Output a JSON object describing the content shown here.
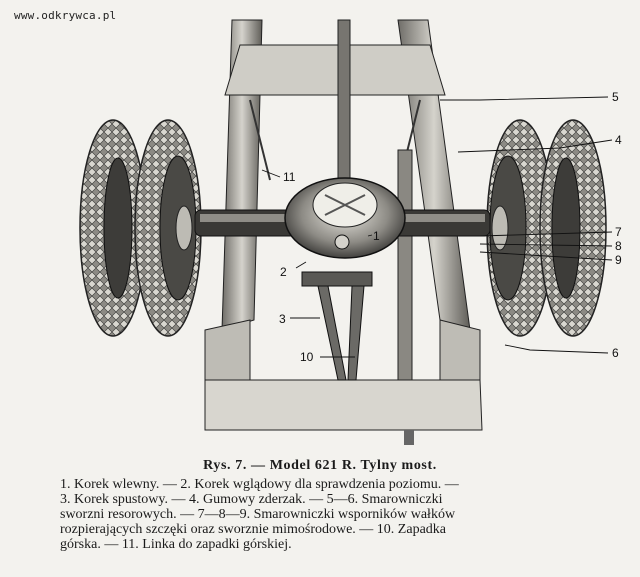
{
  "watermark": "www.odkrywca.pl",
  "callouts": [
    "1",
    "2",
    "3",
    "4",
    "5",
    "6",
    "7",
    "8",
    "9",
    "10",
    "11"
  ],
  "caption": {
    "title": "Rys. 7. — Model 621 R. Tylny most.",
    "lines": [
      "1. Korek wlewny. — 2. Korek wglądowy dla sprawdzenia poziomu. —",
      "3. Korek spustowy. — 4. Gumowy zderzak. — 5—6. Smarowniczki",
      "sworzni resorowych. — 7—8—9. Smarowniczki wsporników wałków",
      "rozpierających szczęki oraz sworznie mimośrodowe. — 10. Zapadka",
      "górska. — 11. Linka do zapadki górskiej."
    ]
  }
}
